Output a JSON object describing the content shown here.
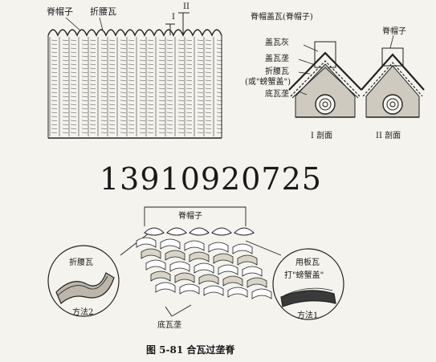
{
  "top_left": {
    "label_ridge_cap": "脊帽子",
    "label_folded_tile": "折腰瓦",
    "marker_one": "I",
    "marker_two": "II"
  },
  "top_right": {
    "label_cover_ridge_cap": "脊帽盖瓦(脊帽子)",
    "label_ridge_cap": "脊帽子",
    "label_cover_tile_mortar": "盖瓦灰",
    "label_cover_tile_ridge": "盖瓦垄",
    "label_folded_tile": "折腰瓦",
    "label_crab_cover": "(或\"螃蟹盖\")",
    "label_bottom_tile_ridge": "底瓦垄",
    "section_one": "I 剖面",
    "section_two": "II 剖面"
  },
  "watermark_phone": "13910920725",
  "bottom": {
    "label_ridge_cap": "脊帽子",
    "label_folded_tile": "折腰瓦",
    "label_method_two": "方法2",
    "label_use_plate_tile": "用板瓦",
    "label_make_crab": "打\"螃蟹盖\"",
    "label_method_one": "方法1",
    "label_bottom_tile_ridge": "底瓦垄",
    "caption": "图 5-81   合瓦过垄脊"
  }
}
